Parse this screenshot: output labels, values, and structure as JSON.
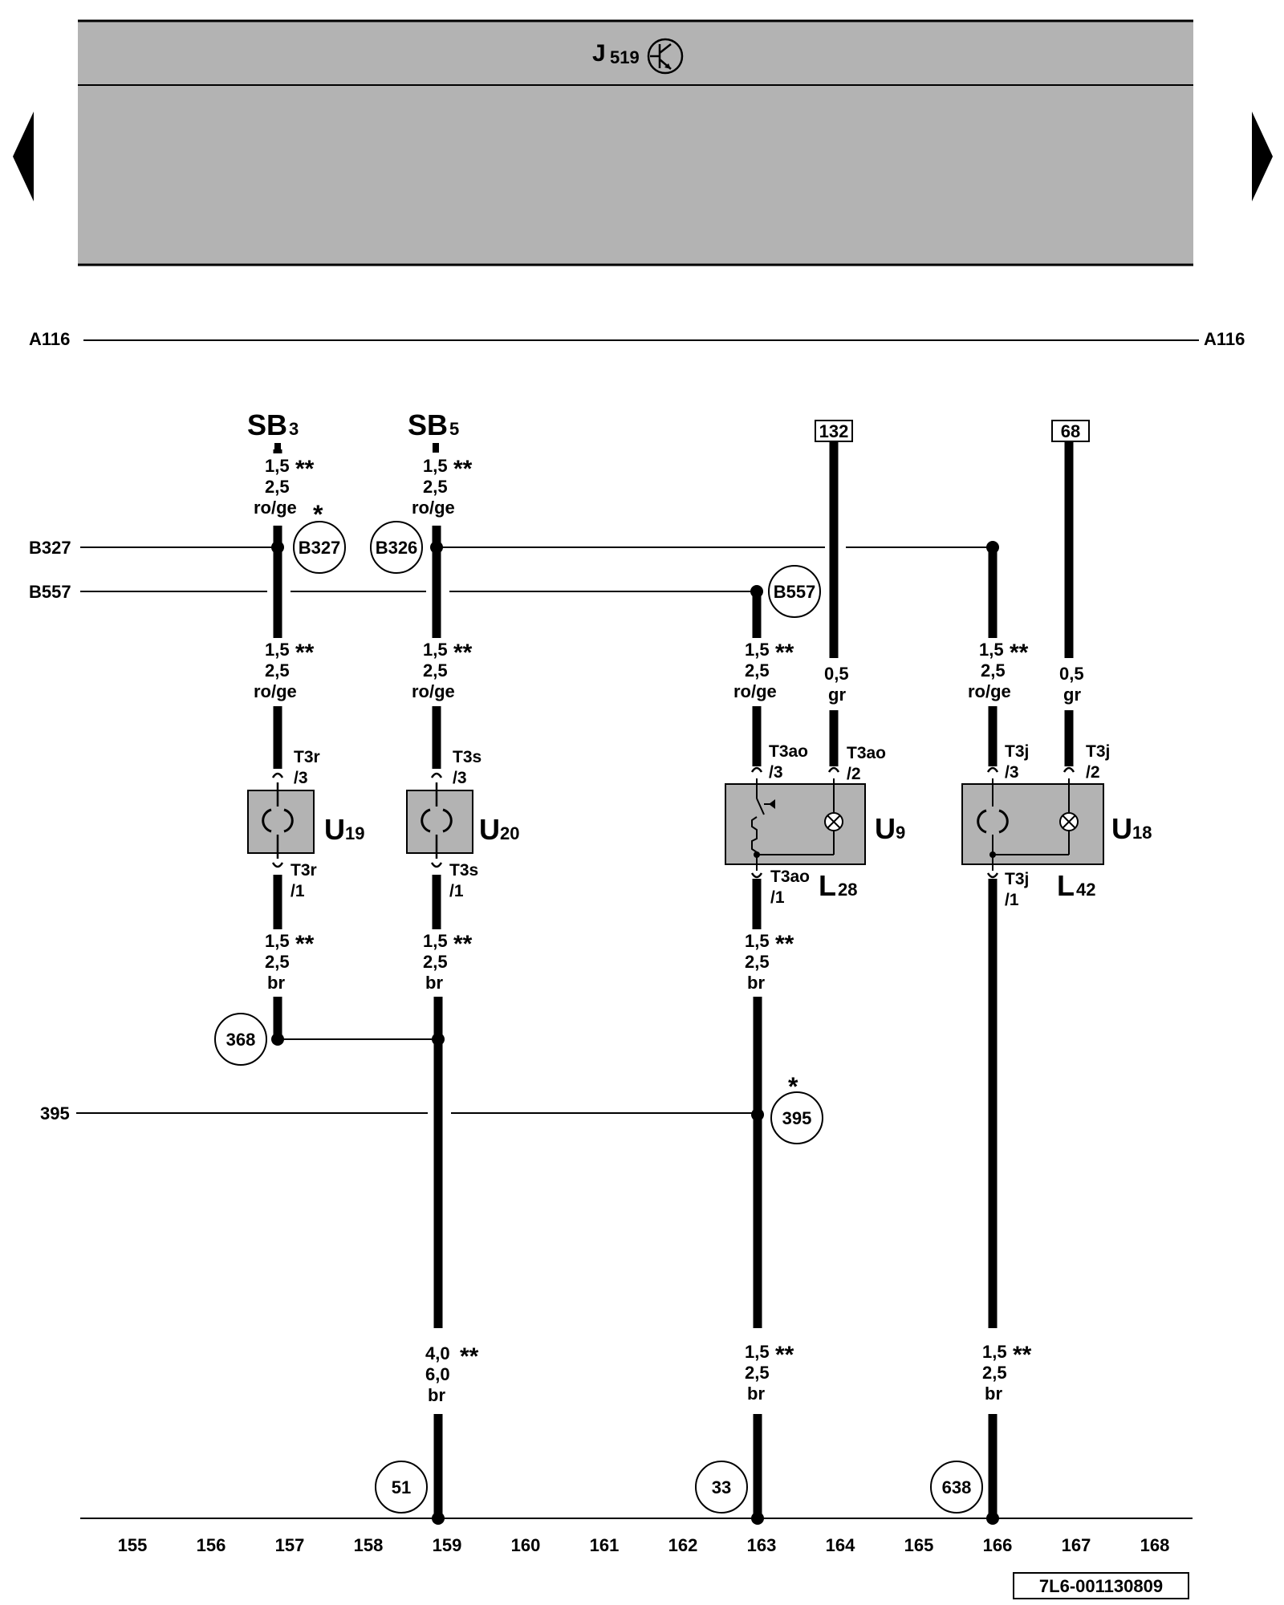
{
  "control_unit": {
    "name": "J",
    "subscript": "519",
    "fill": "#b3b3b3"
  },
  "navigation": {
    "prev_icon": "triangle-left-icon",
    "next_icon": "triangle-right-icon"
  },
  "lines": {
    "a116_left": "A116",
    "a116_right": "A116",
    "b327": "B327",
    "b557": "B557",
    "l395": "395"
  },
  "fuses": {
    "sb3_main": "SB",
    "sb3_sub": "3",
    "sb5_main": "SB",
    "sb5_sub": "5"
  },
  "box_labels": {
    "b132": "132",
    "b68": "68"
  },
  "wire_specs": {
    "w1_l1": "1,5",
    "w1_l2": "2,5",
    "w1_l3": "ro/ge",
    "w1_star": "**",
    "w2_l1": "1,5",
    "w2_l2": "2,5",
    "w2_l3": "ro/ge",
    "w2_star": "**",
    "w3_l1": "1,5",
    "w3_l2": "2,5",
    "w3_l3": "ro/ge",
    "w3_star": "**",
    "w4_l1": "1,5",
    "w4_l2": "2,5",
    "w4_l3": "ro/ge",
    "w4_star": "**",
    "w5_l1": "1,5",
    "w5_l2": "2,5",
    "w5_l3": "ro/ge",
    "w5_star": "**",
    "w6_l1": "0,5",
    "w6_l2": "gr",
    "w7_l1": "1,5",
    "w7_l2": "2,5",
    "w7_l3": "ro/ge",
    "w7_star": "**",
    "w8_l1": "0,5",
    "w8_l2": "gr",
    "w9_l1": "1,5",
    "w9_l2": "2,5",
    "w9_l3": "br",
    "w9_star": "**",
    "w10_l1": "1,5",
    "w10_l2": "2,5",
    "w10_l3": "br",
    "w10_star": "**",
    "w11_l1": "1,5",
    "w11_l2": "2,5",
    "w11_l3": "br",
    "w11_star": "**",
    "w12_l1": "4,0",
    "w12_l2": "6,0",
    "w12_l3": "br",
    "w12_star": "**",
    "w13_l1": "1,5",
    "w13_l2": "2,5",
    "w13_l3": "br",
    "w13_star": "**",
    "w14_l1": "1,5",
    "w14_l2": "2,5",
    "w14_l3": "br",
    "w14_star": "**"
  },
  "connectors": {
    "t3r3_a": "T3r",
    "t3r3_b": "/3",
    "t3r1_a": "T3r",
    "t3r1_b": "/1",
    "t3s3_a": "T3s",
    "t3s3_b": "/3",
    "t3s1_a": "T3s",
    "t3s1_b": "/1",
    "t3ao3_a": "T3ao",
    "t3ao3_b": "/3",
    "t3ao2_a": "T3ao",
    "t3ao2_b": "/2",
    "t3ao1_a": "T3ao",
    "t3ao1_b": "/1",
    "t3j3_a": "T3j",
    "t3j3_b": "/3",
    "t3j2_a": "T3j",
    "t3j2_b": "/2",
    "t3j1_a": "T3j",
    "t3j1_b": "/1"
  },
  "components": {
    "u19_main": "U",
    "u19_sub": "19",
    "u20_main": "U",
    "u20_sub": "20",
    "u9_main": "U",
    "u9_sub": "9",
    "u18_main": "U",
    "u18_sub": "18",
    "l28_main": "L",
    "l28_sub": "28",
    "l42_main": "L",
    "l42_sub": "42"
  },
  "circles": {
    "c_b327": "B327",
    "c_b326": "B326",
    "c_b557": "B557",
    "c_368": "368",
    "c_395": "395",
    "c_51": "51",
    "c_33": "33",
    "c_638": "638"
  },
  "stars": {
    "s1": "*",
    "s2": "*"
  },
  "scale": [
    "155",
    "156",
    "157",
    "158",
    "159",
    "160",
    "161",
    "162",
    "163",
    "164",
    "165",
    "166",
    "167",
    "168"
  ],
  "footer": {
    "code": "7L6-001130809"
  }
}
